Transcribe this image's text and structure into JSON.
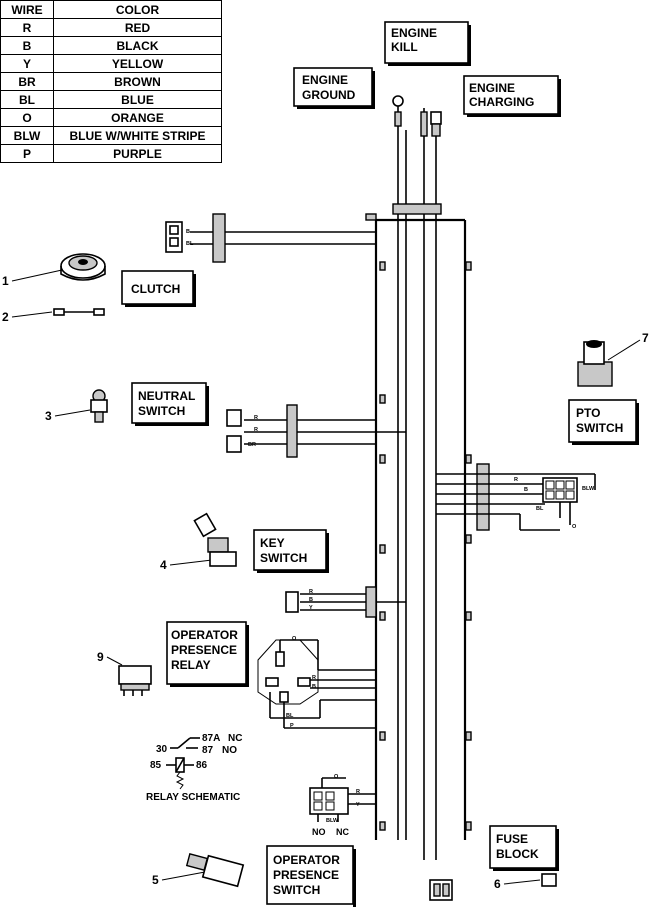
{
  "legend": {
    "header": {
      "wire": "WIRE",
      "color": "COLOR"
    },
    "rows": [
      {
        "code": "R",
        "color": "RED"
      },
      {
        "code": "B",
        "color": "BLACK"
      },
      {
        "code": "Y",
        "color": "YELLOW"
      },
      {
        "code": "BR",
        "color": "BROWN"
      },
      {
        "code": "BL",
        "color": "BLUE"
      },
      {
        "code": "O",
        "color": "ORANGE"
      },
      {
        "code": "BLW",
        "color": "BLUE W/WHITE STRIPE"
      },
      {
        "code": "P",
        "color": "PURPLE"
      }
    ]
  },
  "labels": {
    "engine_kill": [
      "ENGINE",
      "KILL"
    ],
    "engine_ground": [
      "ENGINE",
      "GROUND"
    ],
    "engine_charging": [
      "ENGINE",
      "CHARGING"
    ],
    "clutch": [
      "CLUTCH"
    ],
    "neutral_switch": [
      "NEUTRAL",
      "SWITCH"
    ],
    "pto_switch": [
      "PTO",
      "SWITCH"
    ],
    "key_switch": [
      "KEY",
      "SWITCH"
    ],
    "operator_presence_relay": [
      "OPERATOR",
      "PRESENCE",
      "RELAY"
    ],
    "operator_presence_switch": [
      "OPERATOR",
      "PRESENCE",
      "SWITCH"
    ],
    "fuse_block": [
      "FUSE",
      "BLOCK"
    ]
  },
  "callouts": [
    "1",
    "2",
    "3",
    "4",
    "5",
    "6",
    "7",
    "9"
  ],
  "relay_schematic": {
    "title": "RELAY SCHEMATIC",
    "pin_30": "30",
    "pin_87a": "87A",
    "pin_87": "87",
    "pin_85": "85",
    "pin_86": "86",
    "nc": "NC",
    "no": "NO"
  },
  "switch_terms": {
    "no": "NO",
    "nc": "NC"
  },
  "wire_marks": {
    "b": "B",
    "r": "R",
    "bl": "BL",
    "blw": "BLW",
    "br": "BR",
    "o": "O",
    "y": "Y",
    "p": "P"
  }
}
